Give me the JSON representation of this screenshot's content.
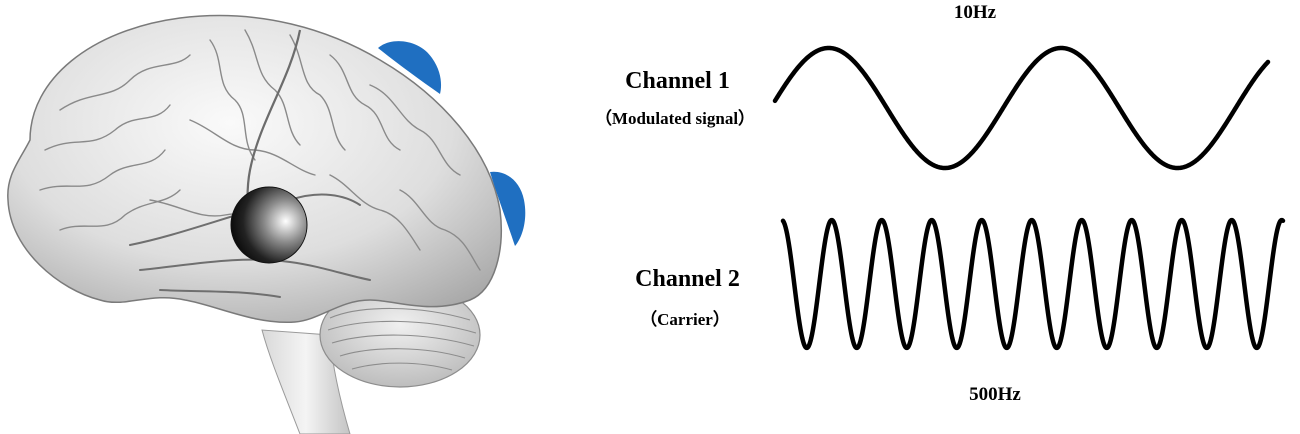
{
  "diagram": {
    "channel1": {
      "title": "Channel 1",
      "subtitle": "（Modulated signal）",
      "frequency": "10Hz",
      "cycles": 2
    },
    "channel2": {
      "title": "Channel 2",
      "subtitle": "（Carrier）",
      "frequency": "500Hz",
      "cycles": 10
    },
    "colors": {
      "electrode": "#1f6fc1",
      "waveform": "#000000",
      "brain": "#d6d6d6"
    },
    "icons": {
      "brain": "brain-illustration",
      "target": "deep-target-sphere",
      "electrode": "scalp-electrode"
    }
  }
}
